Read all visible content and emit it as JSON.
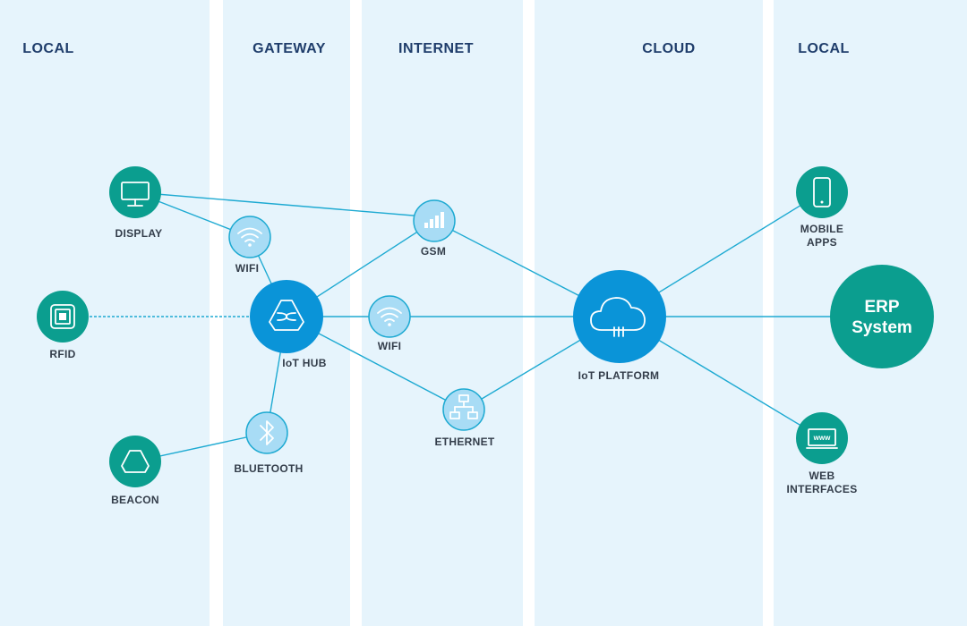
{
  "columns": [
    {
      "id": "local-left",
      "title": "LOCAL"
    },
    {
      "id": "gateway",
      "title": "GATEWAY"
    },
    {
      "id": "internet",
      "title": "INTERNET"
    },
    {
      "id": "cloud",
      "title": "CLOUD"
    },
    {
      "id": "local-right",
      "title": "LOCAL"
    }
  ],
  "nodes": {
    "display": {
      "label": "DISPLAY",
      "icon": "monitor-icon"
    },
    "rfid": {
      "label": "RFID",
      "icon": "chip-icon"
    },
    "beacon": {
      "label": "BEACON",
      "icon": "beacon-icon"
    },
    "wifi_gateway": {
      "label": "WIFI",
      "icon": "wifi-icon"
    },
    "iot_hub": {
      "label": "IoT HUB",
      "icon": "hub-icon"
    },
    "bluetooth": {
      "label": "BLUETOOTH",
      "icon": "bluetooth-icon"
    },
    "gsm": {
      "label": "GSM",
      "icon": "signal-bars-icon"
    },
    "wifi_internet": {
      "label": "WIFI",
      "icon": "wifi-icon"
    },
    "ethernet": {
      "label": "ETHERNET",
      "icon": "network-icon"
    },
    "iot_platform": {
      "label": "IoT PLATFORM",
      "icon": "cloud-icon"
    },
    "mobile_apps": {
      "label_line1": "MOBILE",
      "label_line2": "APPS",
      "icon": "phone-icon"
    },
    "web_interfaces": {
      "label_line1": "WEB",
      "label_line2": "INTERFACES",
      "icon": "browser-icon",
      "icon_text": "www"
    },
    "erp": {
      "label_line1": "ERP",
      "label_line2": "System"
    }
  },
  "colors": {
    "column_band": "#e6f4fc",
    "teal": "#0b9e8f",
    "blue": "#0a94d8",
    "light_blue": "#a8dcf5",
    "line": "#1eaad2"
  }
}
